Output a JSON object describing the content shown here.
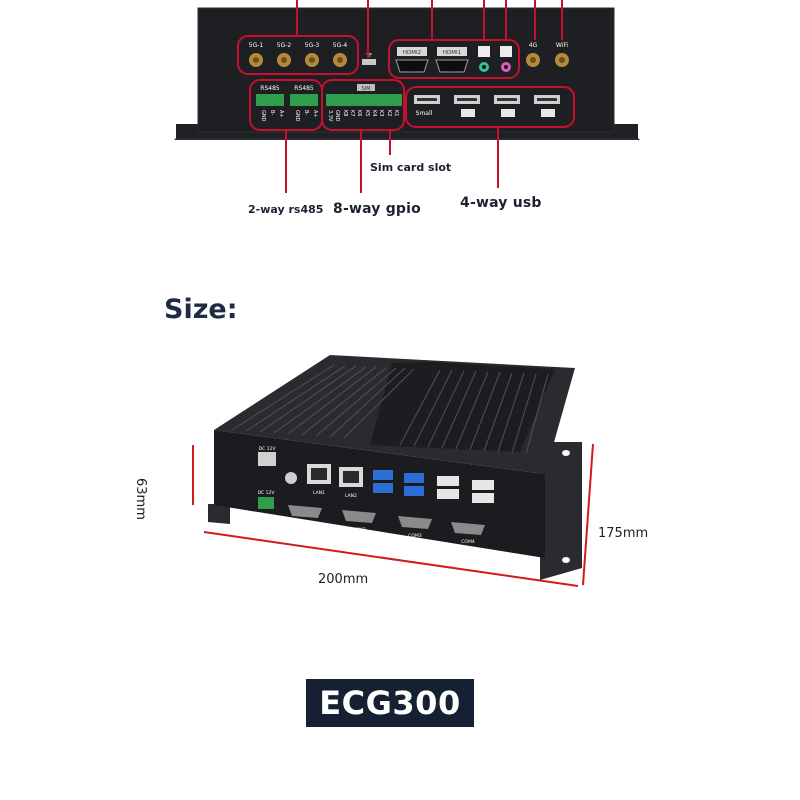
{
  "rear_panel": {
    "antenna_labels": [
      "5G-1",
      "5G-2",
      "5G-3",
      "5G-4"
    ],
    "hdmi_labels": [
      "HDMI2",
      "HDMI1"
    ],
    "wireless_labels": [
      "4G",
      "WiFi"
    ],
    "tf_label": "TF",
    "rs485_labels": [
      "RS485",
      "RS485"
    ],
    "rs485_pins": [
      "GND",
      "B-",
      "A+"
    ],
    "sim_label": "SIM",
    "gpio_pins": [
      "3.3V",
      "GND",
      "K8",
      "K7",
      "K6",
      "K5",
      "K4",
      "K3",
      "K2",
      "K1"
    ],
    "usb_small_label": "Small"
  },
  "callouts": {
    "sim": "Sim card slot",
    "rs485": "2-way rs485",
    "gpio": "8-way gpio",
    "usb": "4-way usb"
  },
  "size_section": {
    "title": "Size:",
    "height": "63mm",
    "depth": "175mm",
    "width": "200mm"
  },
  "front_panel": {
    "power_labels": [
      "DC 12V",
      "DC 12V"
    ],
    "lan_labels": [
      "LAN1",
      "LAN2"
    ],
    "com_labels": [
      "COM1",
      "COM2",
      "COM3",
      "COM4"
    ]
  },
  "model": "ECG300",
  "colors": {
    "highlight_ring": "#c8102e",
    "device_body": "#1e1f22",
    "terminal_green": "#2f9e4a",
    "usb3_blue": "#2b6fd6",
    "badge_bg": "#152132"
  }
}
